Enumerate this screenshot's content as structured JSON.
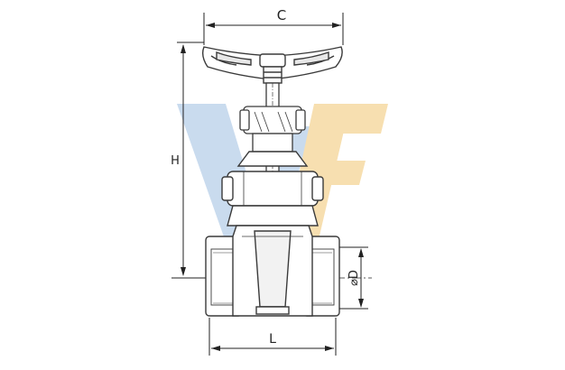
{
  "dimensions": {
    "top_width_label": "C",
    "height_label": "H",
    "bottom_length_label": "L",
    "port_diameter_label": "⌀D"
  },
  "watermark": {
    "letters": "VF",
    "colors": {
      "blue": "#c9dbee",
      "yellow": "#f7dfb0"
    }
  },
  "colors": {
    "line": "#3a3a3a",
    "dim": "#222222"
  },
  "icons": {
    "handwheel": "handwheel-icon",
    "stem": "stem-icon",
    "bonnet": "bonnet-icon",
    "body": "valve-body-icon"
  }
}
